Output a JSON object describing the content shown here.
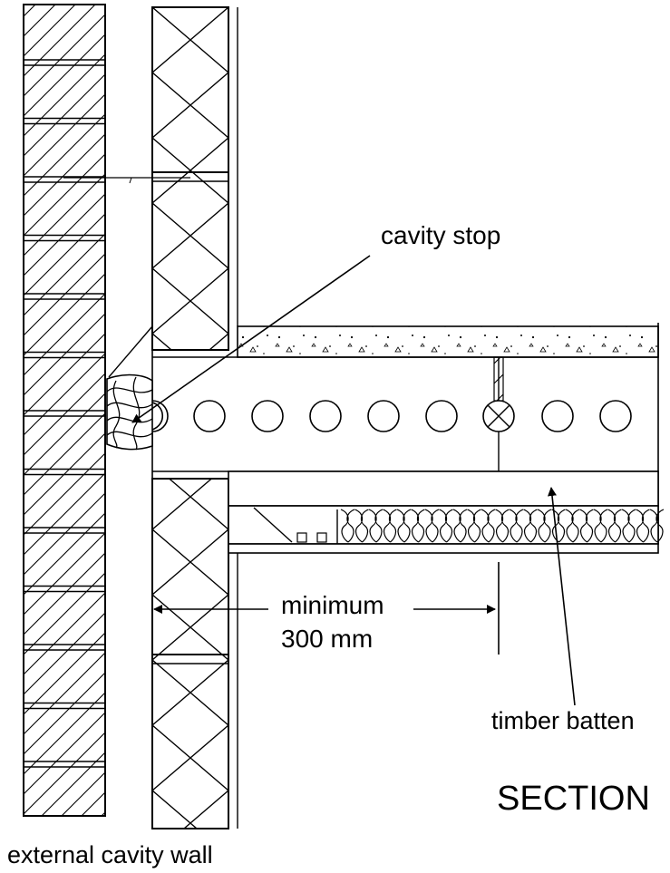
{
  "labels": {
    "cavity_stop": "cavity stop",
    "minimum_line1": "minimum",
    "minimum_line2": "300 mm",
    "timber_batten": "timber batten",
    "section": "SECTION",
    "external_cavity_wall": "external cavity wall"
  },
  "colors": {
    "line": "#000000",
    "background": "#ffffff"
  },
  "components": [
    "outer-brick-leaf",
    "inner-block-leaf",
    "cavity-stop",
    "floor-screed",
    "holes-in-joist-zone",
    "timber-batten",
    "ceiling-insulation",
    "ceiling-board",
    "dimension-line"
  ]
}
